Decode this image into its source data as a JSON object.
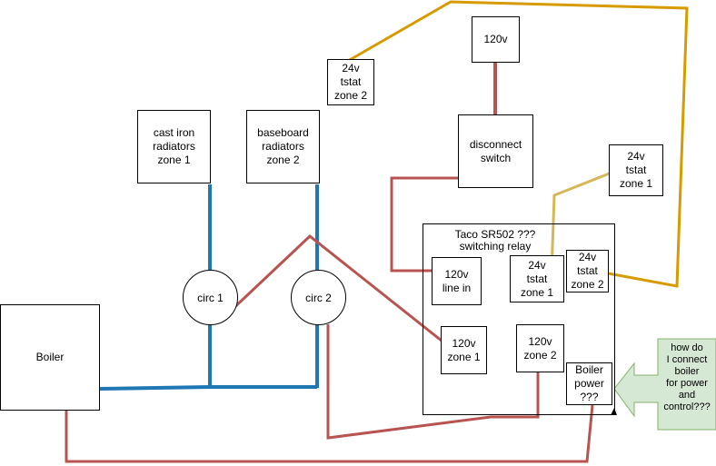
{
  "boxes": {
    "boiler": "Boiler",
    "cast_iron": "cast iron\nradiators\nzone 1",
    "baseboard": "baseboard\nradiators\nzone 2",
    "power_120": "120v",
    "disconnect": "disconnect\nswitch",
    "tstat_zone2": "24v\ntstat\nzone 2",
    "tstat_zone1": "24v\ntstat\nzone 1"
  },
  "circulators": {
    "circ1": "circ 1",
    "circ2": "circ 2"
  },
  "relay": {
    "title": "Taco SR502 ???\nswitching relay",
    "line_in": "120v\nline in",
    "tstat_zone1": "24v\ntstat\nzone 1",
    "tstat_zone2": "24v\ntstat\nzone 2",
    "zone1": "120v\nzone 1",
    "zone2": "120v\nzone 2",
    "boiler_power": "Boiler\npower\n???"
  },
  "callout": "how do\nI connect\nboiler\nfor power\nand\ncontrol???",
  "colors": {
    "pipe": "#1f77b4",
    "wire_120v": "#b85450",
    "wire_24v_zone2": "#d79b00",
    "wire_24v_zone1": "#d6b656",
    "callout_fill": "#d5e8d4",
    "callout_stroke": "#82b366"
  }
}
